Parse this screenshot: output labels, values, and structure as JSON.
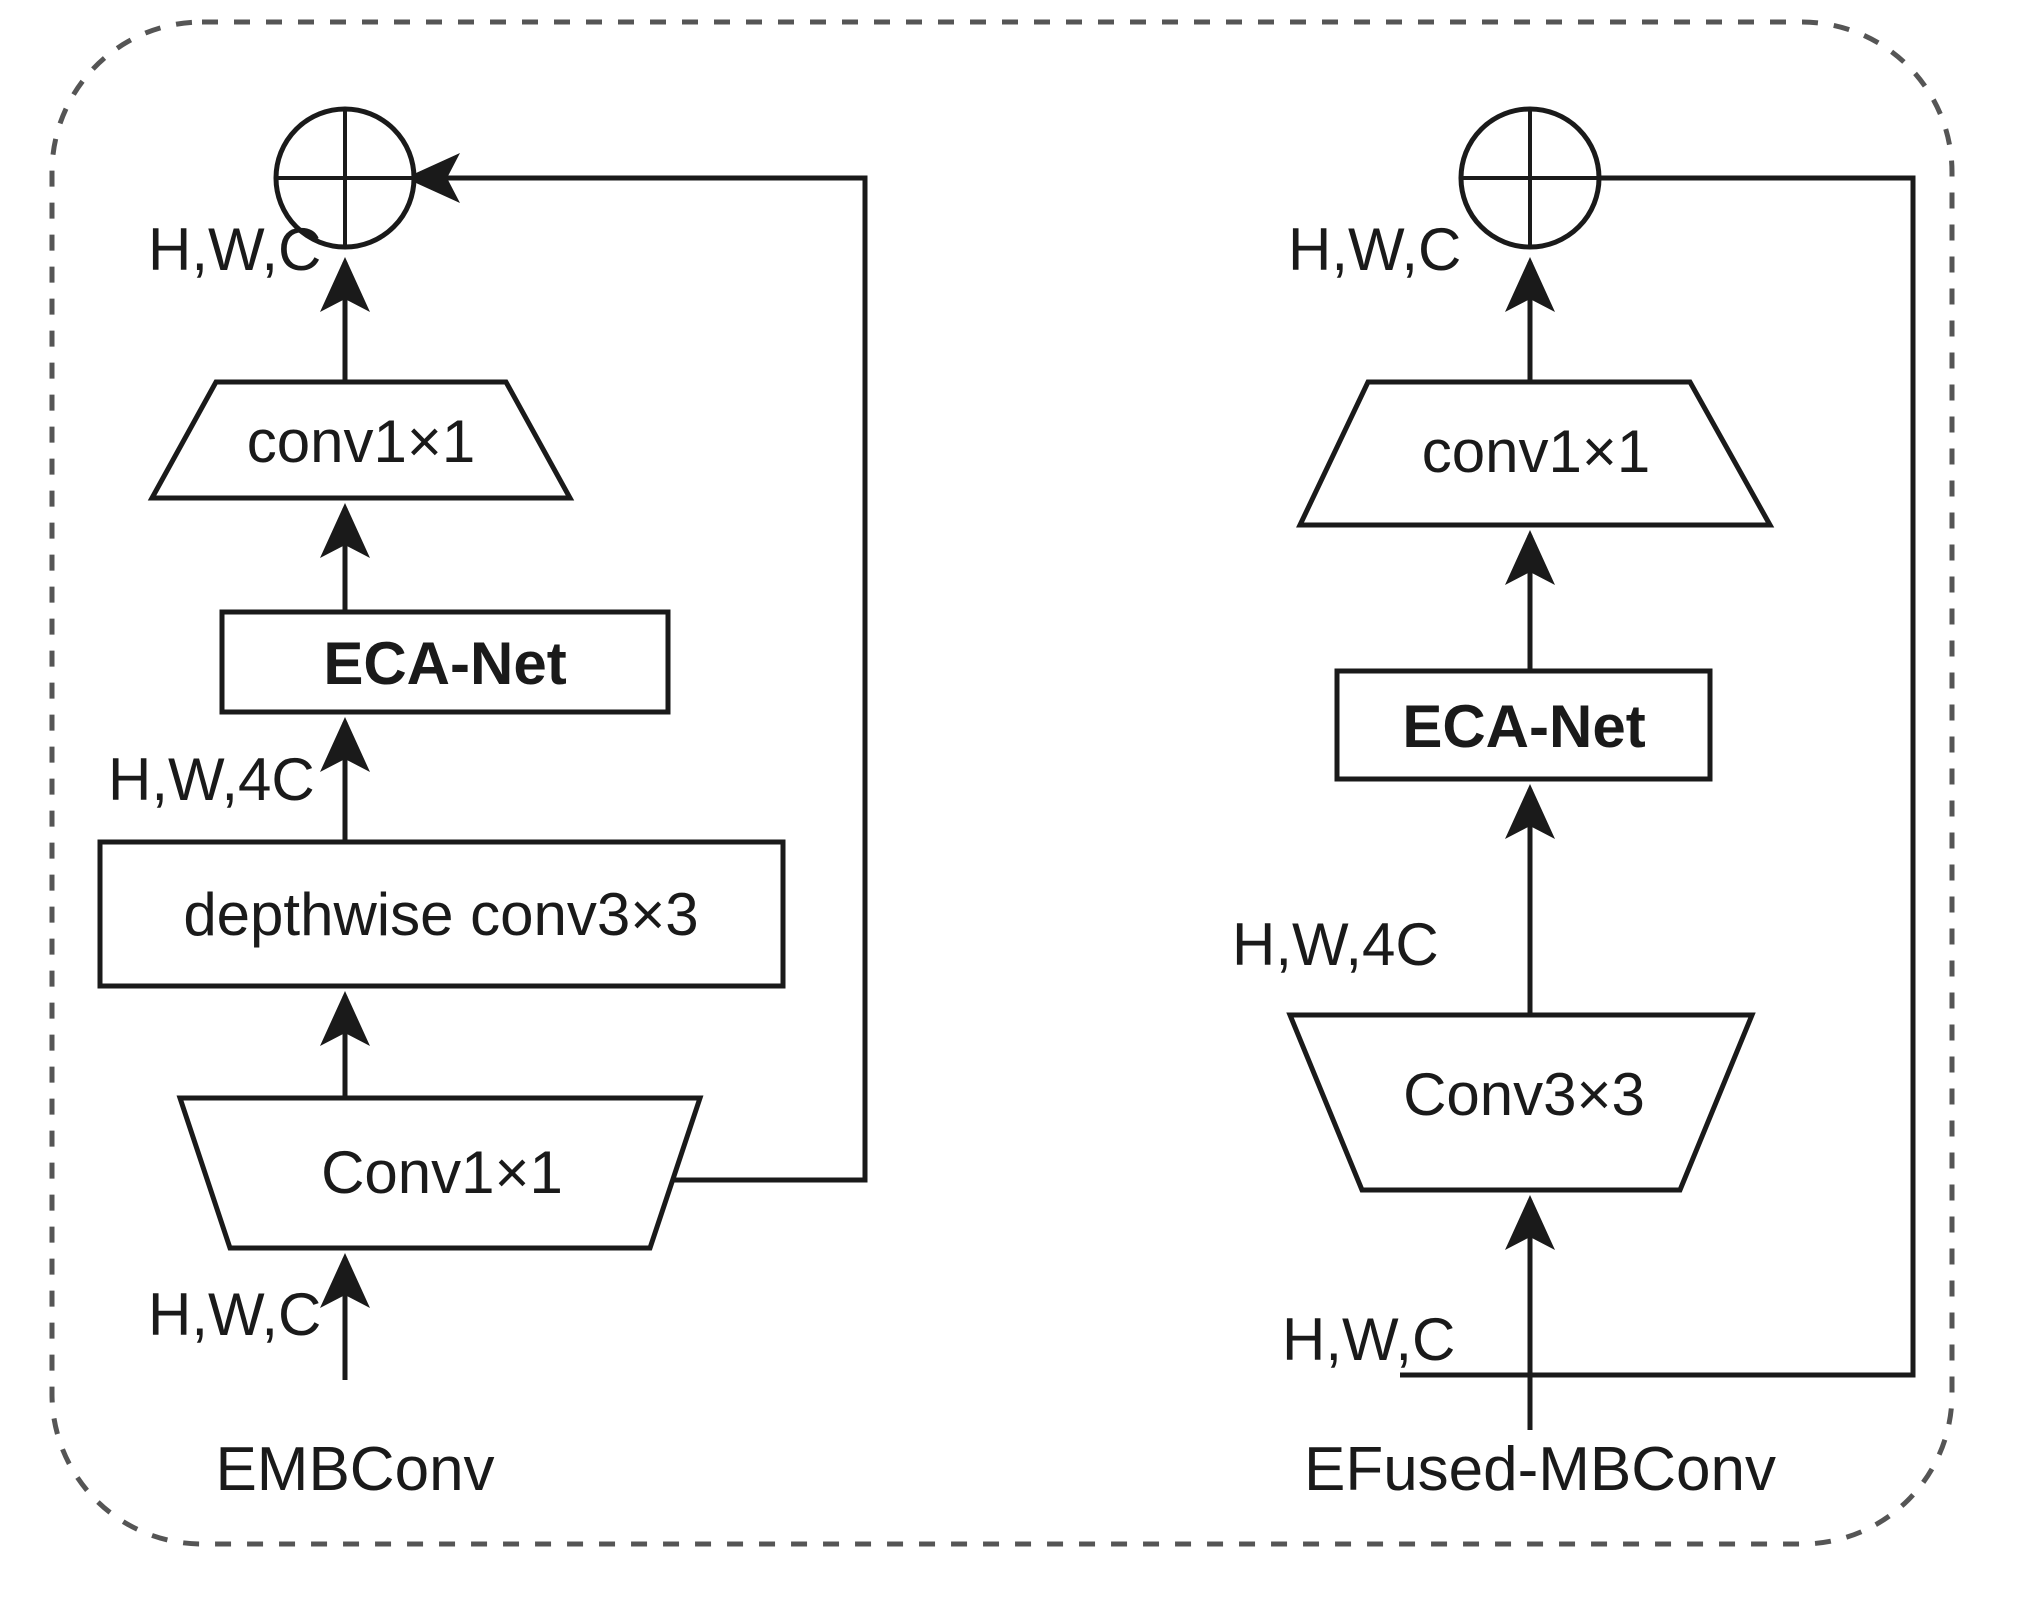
{
  "figure": {
    "title": "",
    "border_style": "dashed-rounded",
    "border_color": "#555555",
    "line_color": "#1a1a1a",
    "background": "#ffffff"
  },
  "blocks": {
    "left": {
      "caption": "EMBConv",
      "nodes": [
        {
          "id": "add",
          "label": "⊕",
          "shape": "circle-plus"
        },
        {
          "id": "conv1x1_top",
          "label": "conv1×1",
          "shape": "trapezoid-down"
        },
        {
          "id": "eca",
          "label": "ECA-Net",
          "shape": "rect",
          "bold": true
        },
        {
          "id": "dwconv",
          "label": "depthwise conv3×3",
          "shape": "rect"
        },
        {
          "id": "conv1x1_bottom",
          "label": "Conv1×1",
          "shape": "trapezoid-up"
        }
      ],
      "dims": [
        {
          "id": "out",
          "label": "H,W,C"
        },
        {
          "id": "mid",
          "label": "H,W,4C"
        },
        {
          "id": "in",
          "label": "H,W,C"
        }
      ]
    },
    "right": {
      "caption": "EFused-MBConv",
      "nodes": [
        {
          "id": "add",
          "label": "⊕",
          "shape": "circle-plus"
        },
        {
          "id": "conv1x1_top",
          "label": "conv1×1",
          "shape": "trapezoid-down"
        },
        {
          "id": "eca",
          "label": "ECA-Net",
          "shape": "rect",
          "bold": true
        },
        {
          "id": "conv3x3",
          "label": "Conv3×3",
          "shape": "trapezoid-up"
        }
      ],
      "dims": [
        {
          "id": "out",
          "label": "H,W,C"
        },
        {
          "id": "mid",
          "label": "H,W,4C"
        },
        {
          "id": "in",
          "label": "H,W,C"
        }
      ]
    }
  }
}
